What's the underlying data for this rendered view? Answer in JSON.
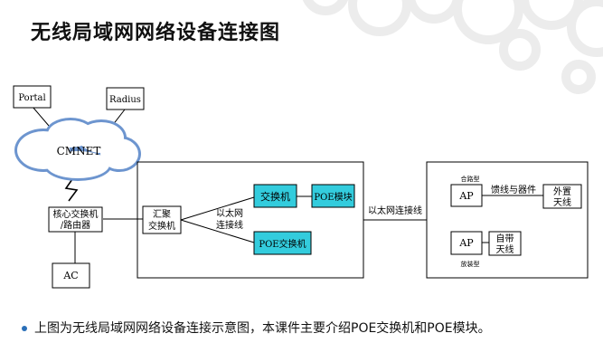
{
  "slide": {
    "title": "无线局域网网络设备连接图",
    "bullet": "上图为无线局域网网络设备连接示意图，本课件主要介绍POE交换机和POE模块。"
  },
  "diagram": {
    "portal": "Portal",
    "radius": "Radius",
    "cmnet": "CMNET",
    "core_line1": "核心交换机",
    "core_line2": "/路由器",
    "ac": "AC",
    "agg_line1": "汇聚",
    "agg_line2": "交换机",
    "eth_mid_line1": "以太网",
    "eth_mid_line2": "连接线",
    "switch": "交换机",
    "poe_module": "POE模块",
    "poe_switch": "POE交换机",
    "eth_right": "以太网连接线",
    "combined_type": "合路型",
    "ap_top": "AP",
    "feeder": "馈线与器件",
    "ext_line1": "外置",
    "ext_line2": "天线",
    "ap_bottom": "AP",
    "builtin_line1": "自带",
    "builtin_line2": "天线",
    "standalone_type": "放装型"
  },
  "colors": {
    "cyan_box": "#33ccdd",
    "bullet": "#2a6fb8",
    "cloud_edge": "#4a7cc0"
  }
}
